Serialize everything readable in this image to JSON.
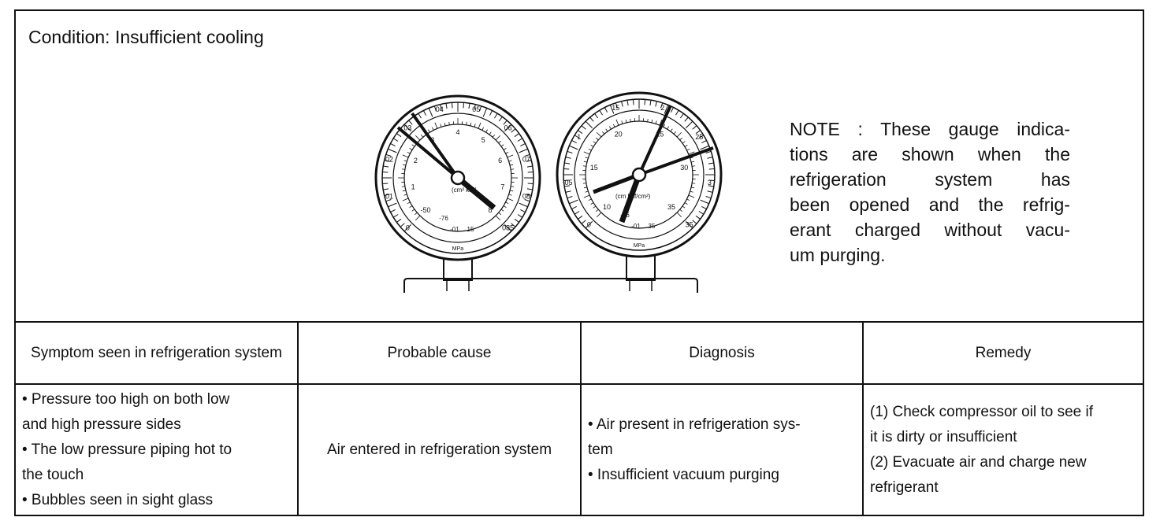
{
  "condition": "Condition: Insufficient cooling",
  "note_lines": [
    "NOTE : These gauge indica-",
    "tions are shown when the",
    "refrigeration system has",
    "been opened and the refrig-",
    "erant charged without vacu-",
    "um purging."
  ],
  "gauges": {
    "low": {
      "outer_labels": [
        "0",
        "01",
        "02",
        "03",
        "04",
        "05",
        "06",
        "07",
        "08",
        "085"
      ],
      "inner_labels": [
        "-50",
        "1",
        "2",
        "3",
        "4",
        "5",
        "6",
        "7",
        "8"
      ],
      "bottom_labels": [
        "-76",
        "-01",
        "15"
      ],
      "unit_inner": "(cm² kaf/",
      "unit_outer": "MPa"
    },
    "high": {
      "outer_labels": [
        "0",
        "05",
        "1",
        "15",
        "2",
        "25",
        "3",
        "35"
      ],
      "inner_labels": [
        "10",
        "15",
        "20",
        "25",
        "30",
        "35"
      ],
      "bottom_labels": [
        "-76",
        "-01",
        "35"
      ],
      "unit_inner": "(cm  kaf/cm²)",
      "unit_outer": "MPa"
    }
  },
  "table": {
    "headers": [
      "Symptom seen in refrigeration system",
      "Probable cause",
      "Diagnosis",
      "Remedy"
    ],
    "symptoms": [
      "• Pressure too high on both low",
      "and high pressure sides",
      "• The low pressure piping hot to",
      "the touch",
      "• Bubbles seen in sight glass"
    ],
    "cause": "Air entered in refrigeration system",
    "diagnosis": [
      "• Air present in refrigeration sys-",
      "tem",
      "• Insufficient vacuum purging"
    ],
    "remedy": [
      "(1) Check compressor oil to see  if",
      "it is dirty or insufficient",
      "(2) Evacuate air and charge new",
      "refrigerant"
    ]
  }
}
